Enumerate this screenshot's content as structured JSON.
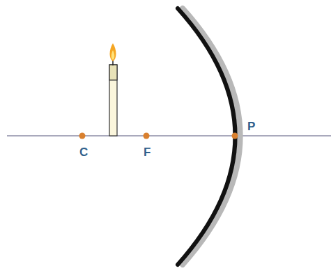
{
  "diagram": {
    "labels": [
      "C",
      "F",
      "P"
    ]
  }
}
